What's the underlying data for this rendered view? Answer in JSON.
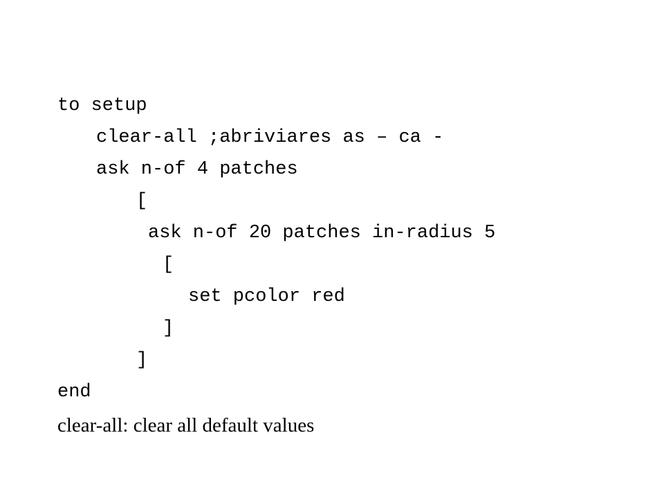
{
  "code": {
    "lines": [
      "to setup",
      "clear-all ;abriviares as – ca -",
      "ask n-of 4 patches",
      "[",
      "ask n-of 20 patches in-radius 5",
      "[",
      "set pcolor red",
      "]",
      "]",
      "end"
    ]
  },
  "note": {
    "text": "clear-all: clear all default values"
  }
}
